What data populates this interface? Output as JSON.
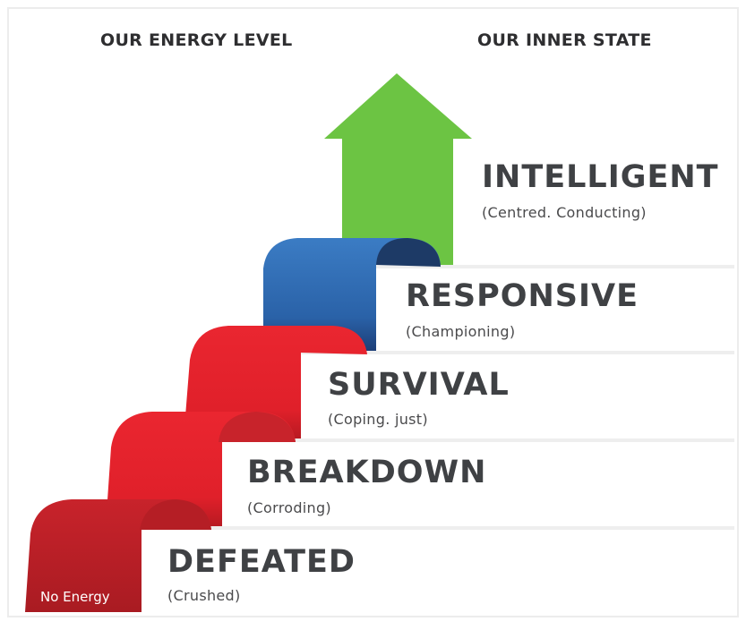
{
  "headers": {
    "left": "OUR ENERGY LEVEL",
    "right": "OUR INNER STATE"
  },
  "levels": [
    {
      "title": "INTELLIGENT",
      "subtitle": "(Centred. Conducting)"
    },
    {
      "title": "RESPONSIVE",
      "subtitle": "(Championing)"
    },
    {
      "title": "SURVIVAL",
      "subtitle": "(Coping. just)"
    },
    {
      "title": "BREAKDOWN",
      "subtitle": "(Corroding)"
    },
    {
      "title": "DEFEATED",
      "subtitle": "(Crushed)"
    }
  ],
  "energy_label": "No Energy",
  "colors": {
    "arrow": "#6cc443",
    "responsive": "#2f6db4",
    "survival": "#e5202b",
    "breakdown": "#e32430",
    "defeated": "#be2127",
    "text": "#3f4144"
  }
}
